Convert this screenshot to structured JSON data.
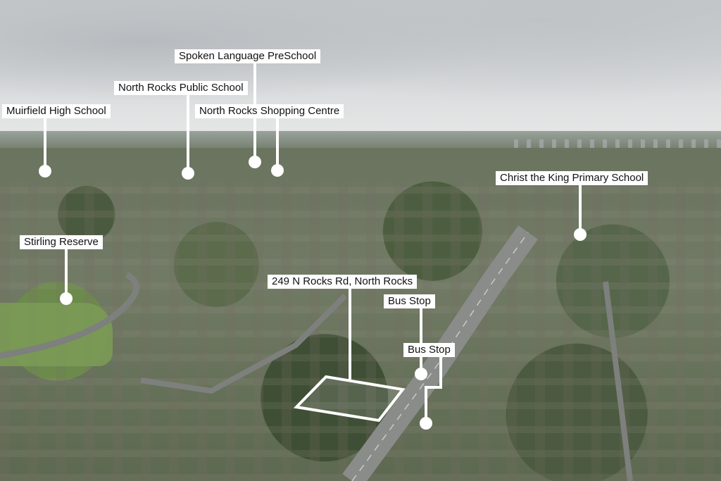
{
  "labels": {
    "spoken_language": "Spoken Language PreSchool",
    "north_rocks_public": "North Rocks Public School",
    "muirfield": "Muirfield High School",
    "shopping_centre": "North Rocks Shopping Centre",
    "christ_the_king": "Christ the King Primary School",
    "stirling": "Stirling Reserve",
    "address": "249 N Rocks Rd, North Rocks",
    "bus_stop_1": "Bus Stop",
    "bus_stop_2": "Bus Stop"
  },
  "colors": {
    "marker": "#ffffff",
    "label_bg": "#ffffff",
    "label_text": "#111111"
  }
}
